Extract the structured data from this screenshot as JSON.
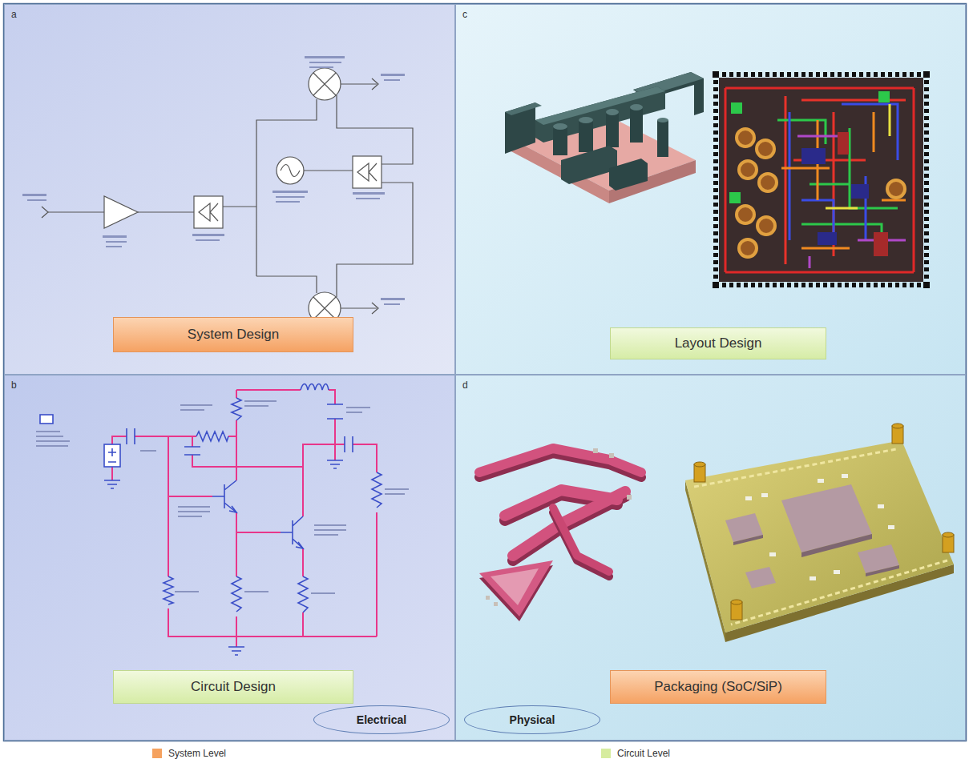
{
  "diagram": {
    "nodes": [
      {
        "text": [
          "a"
        ]
      },
      {
        "text": [
          "System Design"
        ],
        "in": 0
      },
      {
        "text": [
          "c"
        ]
      },
      {
        "text": [
          "Layout Design"
        ],
        "in": 2
      },
      {
        "text": [
          "b"
        ]
      },
      {
        "text": [
          "Circuit Design"
        ],
        "in": 4
      },
      {
        "text": [
          "d"
        ]
      },
      {
        "text": [
          "Packaging (SoC/SiP)"
        ],
        "in": 6
      },
      {
        "text": [
          "Electrical"
        ],
        "in": 4
      },
      {
        "text": [
          "Physical"
        ],
        "in": 6
      }
    ],
    "legend": [
      {
        "text": "System Level",
        "color": "#f5a25f"
      },
      {
        "text": "Circuit Level",
        "color": "#d6ec9f"
      }
    ]
  }
}
